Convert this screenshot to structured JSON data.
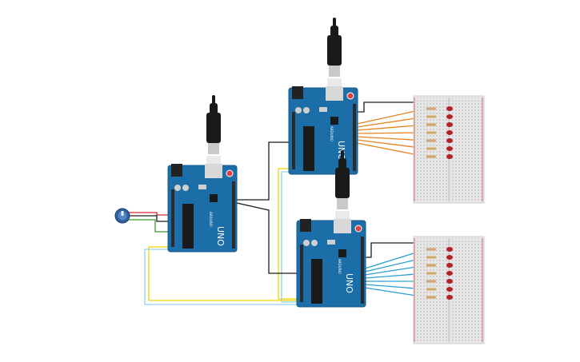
{
  "circuit": {
    "board_label": "UNO",
    "board_brand": "ARDUINO",
    "boards": [
      {
        "id": "arduino-1"
      },
      {
        "id": "arduino-2"
      },
      {
        "id": "arduino-3"
      }
    ],
    "breadboards": [
      {
        "id": "breadboard-top",
        "led_count": 7
      },
      {
        "id": "breadboard-bottom",
        "led_count": 7
      }
    ],
    "wire_colors": {
      "black": "#1a1a1a",
      "red": "#d7262d",
      "green": "#3a9d2d",
      "yellow": "#f2d200",
      "light_blue": "#8fd3e8",
      "orange": "#e8821e",
      "blue": "#2a9fd0"
    },
    "colors": {
      "board": "#1b6ea8",
      "board_dark": "#155a8b",
      "breadboard": "#e6e6e6",
      "led": "#b22222",
      "potentiometer": "#2f5f9e"
    }
  }
}
